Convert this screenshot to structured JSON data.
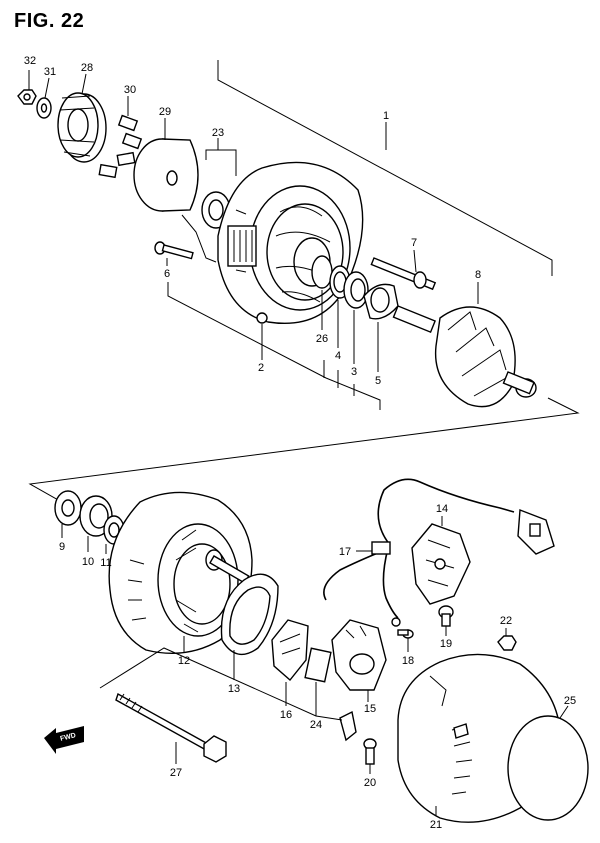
{
  "figure": {
    "title": "FIG. 22"
  },
  "direction_label": "FWD",
  "callouts": [
    {
      "id": "c1",
      "label": "1"
    },
    {
      "id": "c2",
      "label": "2"
    },
    {
      "id": "c3",
      "label": "3"
    },
    {
      "id": "c4",
      "label": "4"
    },
    {
      "id": "c5",
      "label": "5"
    },
    {
      "id": "c6",
      "label": "6"
    },
    {
      "id": "c7",
      "label": "7"
    },
    {
      "id": "c8",
      "label": "8"
    },
    {
      "id": "c9",
      "label": "9"
    },
    {
      "id": "c10",
      "label": "10"
    },
    {
      "id": "c11",
      "label": "11"
    },
    {
      "id": "c12",
      "label": "12"
    },
    {
      "id": "c13",
      "label": "13"
    },
    {
      "id": "c14",
      "label": "14"
    },
    {
      "id": "c15",
      "label": "15"
    },
    {
      "id": "c16",
      "label": "16"
    },
    {
      "id": "c17",
      "label": "17"
    },
    {
      "id": "c18",
      "label": "18"
    },
    {
      "id": "c19",
      "label": "19"
    },
    {
      "id": "c20",
      "label": "20"
    },
    {
      "id": "c21",
      "label": "21"
    },
    {
      "id": "c22",
      "label": "22"
    },
    {
      "id": "c23",
      "label": "23"
    },
    {
      "id": "c24",
      "label": "24"
    },
    {
      "id": "c25",
      "label": "25"
    },
    {
      "id": "c26",
      "label": "26"
    },
    {
      "id": "c27",
      "label": "27"
    },
    {
      "id": "c28",
      "label": "28"
    },
    {
      "id": "c29",
      "label": "29"
    },
    {
      "id": "c30",
      "label": "30"
    },
    {
      "id": "c31",
      "label": "31"
    },
    {
      "id": "c32",
      "label": "32"
    }
  ]
}
